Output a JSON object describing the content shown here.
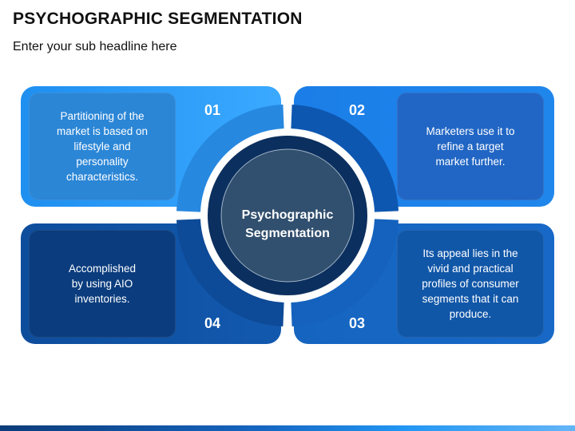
{
  "header": {
    "title": "PSYCHOGRAPHIC SEGMENTATION",
    "subtitle": "Enter your sub headline here"
  },
  "center": {
    "label": "Psychographic\nSegmentation"
  },
  "quadrants": [
    {
      "number": "01",
      "text": "Partitioning of the\nmarket is based on\nlifestyle and\npersonality\ncharacteristics."
    },
    {
      "number": "02",
      "text": "Marketers use it to\nrefine a target\nmarket further."
    },
    {
      "number": "03",
      "text": "Its appeal lies in the\nvivid and practical\nprofiles of consumer\nsegments that it can\nproduce."
    },
    {
      "number": "04",
      "text": "Accomplished\nby using AIO\ninventories."
    }
  ],
  "colors": {
    "quadrant_01": "#2b9bf8",
    "quadrant_02": "#1b7ee8",
    "quadrant_03": "#1565c0",
    "quadrant_04": "#0e4d9c",
    "center_fill": "#314f6e",
    "center_ring": "#0b2f5e"
  }
}
